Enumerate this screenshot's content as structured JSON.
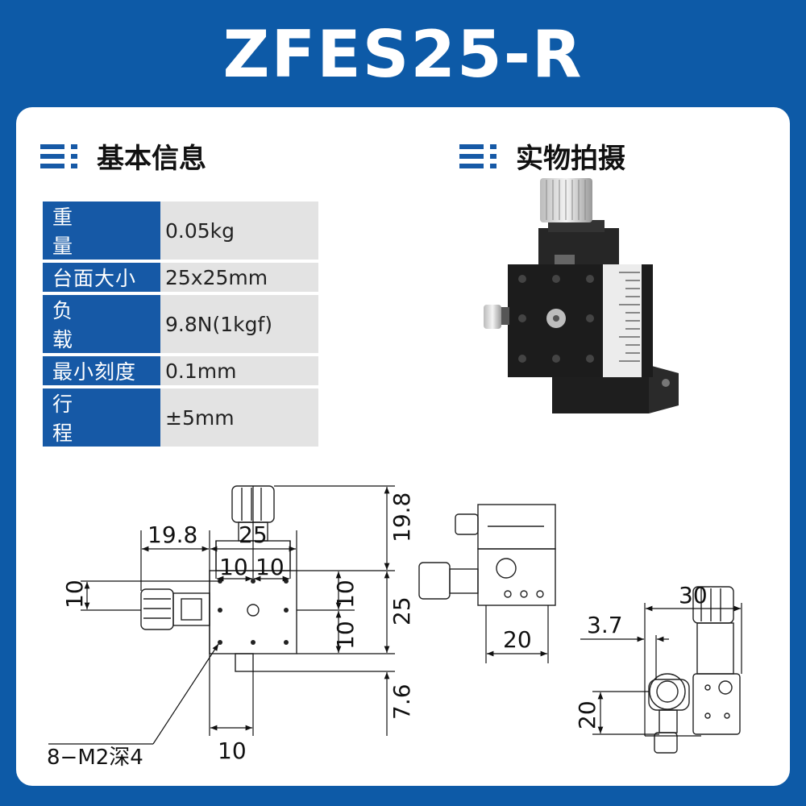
{
  "title": "ZFES25-R",
  "sections": {
    "info": {
      "label": "基本信息",
      "icon": "list-icon"
    },
    "photo": {
      "label": "实物拍摄",
      "icon": "list-icon"
    }
  },
  "specs": [
    {
      "key": "重 量",
      "value": "0.05kg"
    },
    {
      "key": "台面大小",
      "value": "25x25mm"
    },
    {
      "key": "负 载",
      "value": "9.8N(1kgf)"
    },
    {
      "key": "最小刻度",
      "value": "0.1mm"
    },
    {
      "key": "行 程",
      "value": "±5mm"
    }
  ],
  "dimensions": {
    "front": {
      "d1": "19.8",
      "d2": "25",
      "d3": "10",
      "d4": "10",
      "d5": "19.8",
      "d6": "10",
      "d7": "25",
      "d8": "10",
      "d9": "10",
      "d10": "7.6",
      "d11": "10",
      "note": "8−M2深4"
    },
    "side": {
      "d1": "20"
    },
    "right": {
      "d1": "30",
      "d2": "3.7",
      "d3": "20"
    }
  },
  "colors": {
    "brand_blue": "#0d5aa7",
    "key_bg": "#1659a6",
    "value_bg": "#e3e3e3"
  }
}
